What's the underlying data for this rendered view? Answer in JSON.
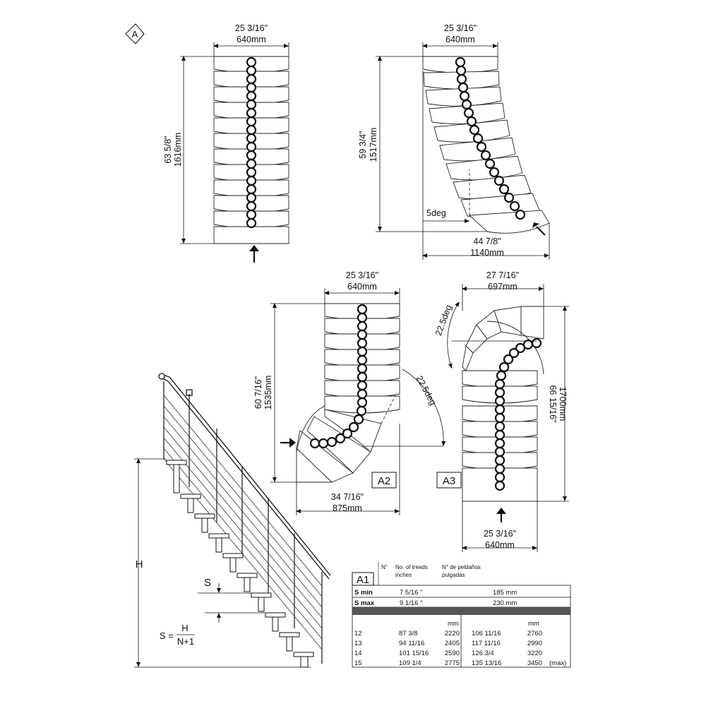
{
  "view_a": {
    "marker": "A",
    "width_in": "25 3/16\"",
    "width_mm": "640mm",
    "height_in": "63 5/8\"",
    "height_mm": "1616mm"
  },
  "view_b": {
    "width_in": "25 3/16\"",
    "width_mm": "640mm",
    "height_in": "59 3/4\"",
    "height_mm": "1517mm",
    "angle": "5deg",
    "depth_in": "44 7/8\"",
    "depth_mm": "1140mm"
  },
  "view_a2": {
    "label": "A2",
    "width_in": "25 3/16\"",
    "width_mm": "640mm",
    "height_in": "60 7/16\"",
    "height_mm": "1535mm",
    "angle": "22.5deg",
    "depth_in": "34 7/16\"",
    "depth_mm": "875mm"
  },
  "view_a3": {
    "label": "A3",
    "width_in": "27 7/16\"",
    "width_mm": "697mm",
    "angle": "22.5deg",
    "height_in": "66 15/16\"",
    "height_mm": "1700mm",
    "bottom_in": "25 3/16\"",
    "bottom_mm": "640mm"
  },
  "side_view": {
    "h_label": "H",
    "s_label": "S",
    "formula_left": "S =",
    "formula_num": "H",
    "formula_den": "N+1"
  },
  "table": {
    "label": "A1",
    "header_n": "N°",
    "header_desc_1": "No. of treads",
    "header_desc_2": "inches",
    "header_desc_es_1": "N° de peldaños",
    "header_desc_es_2": "pulgadas",
    "s_min_label": "S min",
    "s_min_in": "7  5/16 \"",
    "s_min_mm": "185 mm",
    "s_max_label": "S max",
    "s_max_in": "9  1/16 \"",
    "s_max_mm": "230 mm",
    "unit_mm_1": "mm",
    "unit_mm_2": "mm",
    "rows": [
      {
        "n": "12",
        "a_in": "87   3/8",
        "a_mm": "2220",
        "b_in": "106 11/16",
        "b_mm": "2760"
      },
      {
        "n": "13",
        "a_in": "94  11/16",
        "a_mm": "2405",
        "b_in": "117 11/16",
        "b_mm": "2990"
      },
      {
        "n": "14",
        "a_in": "101 15/16",
        "a_mm": "2590",
        "b_in": "126   3/4",
        "b_mm": "3220"
      },
      {
        "n": "15",
        "a_in": "109   1/4",
        "a_mm": "2775",
        "b_in": "135 13/16",
        "b_mm": "3450"
      }
    ],
    "max_note": "(max)"
  }
}
